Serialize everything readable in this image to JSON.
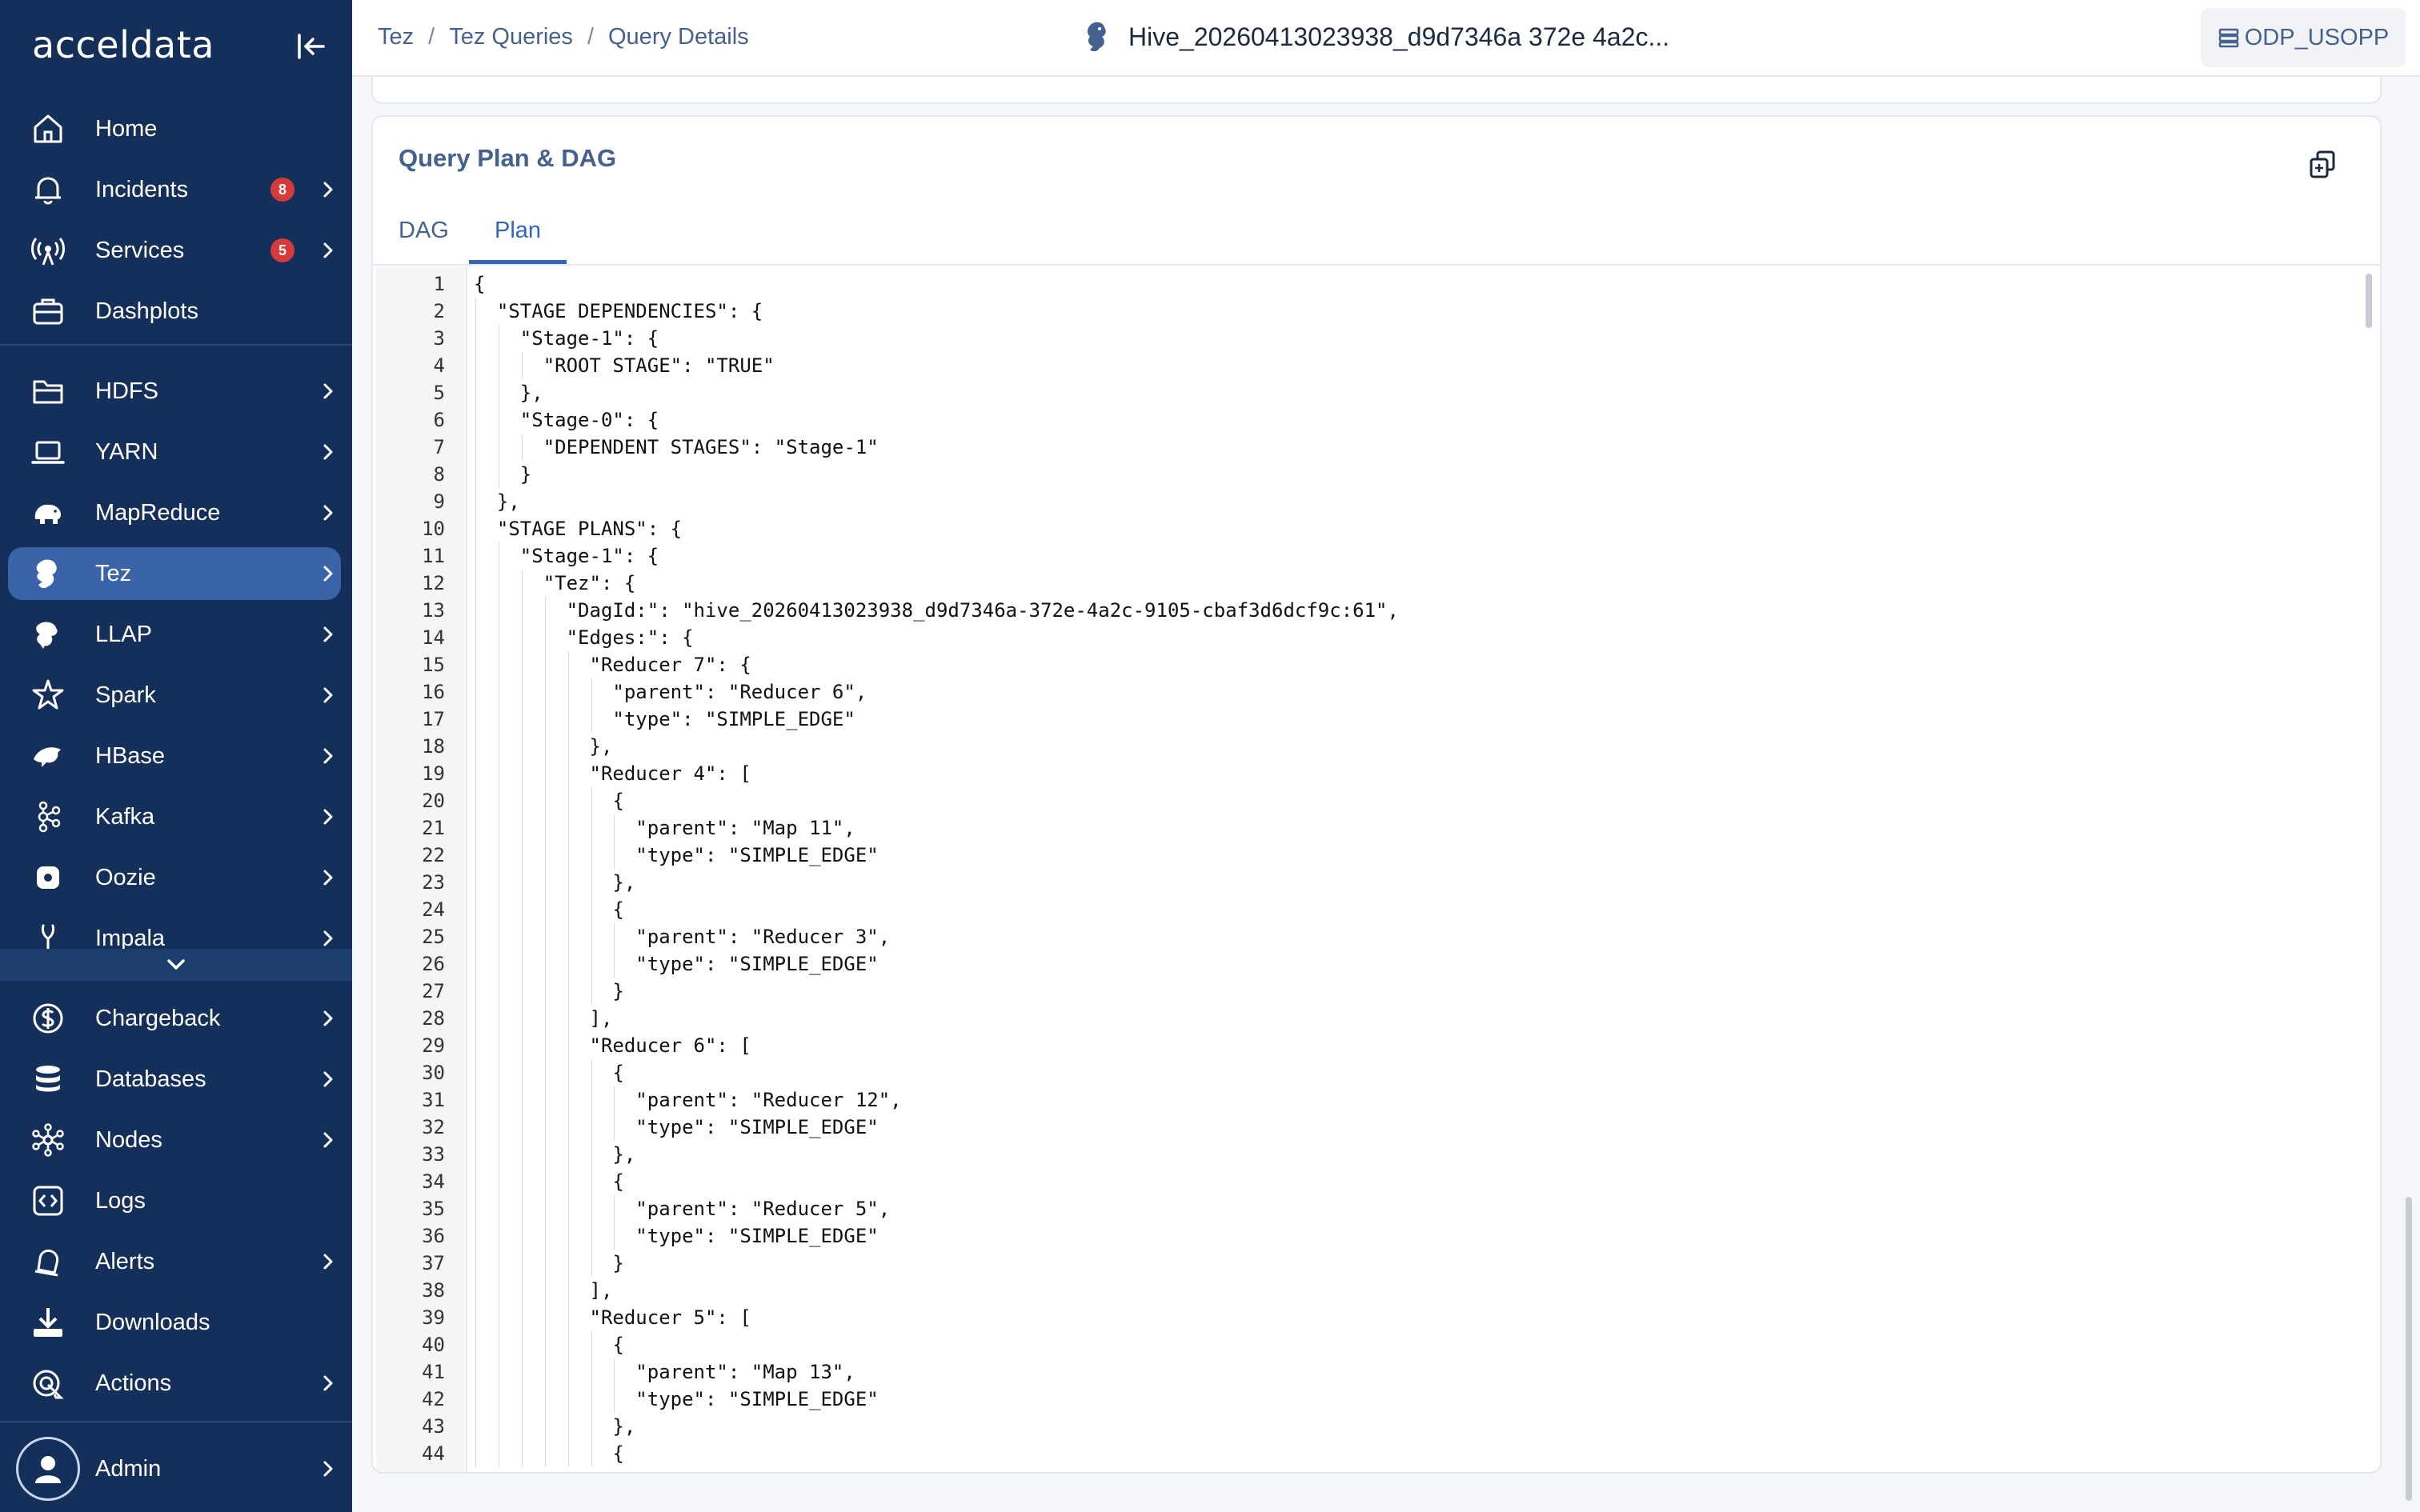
{
  "app": {
    "logo": "acceldata"
  },
  "sidebar": {
    "items": [
      {
        "label": "Home",
        "icon": "home-icon",
        "badge": "",
        "chevron": false
      },
      {
        "label": "Incidents",
        "icon": "bell-icon",
        "badge": "8",
        "chevron": true
      },
      {
        "label": "Services",
        "icon": "broadcast-icon",
        "badge": "5",
        "chevron": true
      },
      {
        "label": "Dashplots",
        "icon": "briefcase-icon",
        "badge": "",
        "chevron": false
      },
      {
        "label": "HDFS",
        "icon": "folder-icon",
        "badge": "",
        "chevron": true
      },
      {
        "label": "YARN",
        "icon": "laptop-icon",
        "badge": "",
        "chevron": true
      },
      {
        "label": "MapReduce",
        "icon": "elephant-icon",
        "badge": "",
        "chevron": true
      },
      {
        "label": "Tez",
        "icon": "tez-icon",
        "badge": "",
        "chevron": true
      },
      {
        "label": "LLAP",
        "icon": "llap-icon",
        "badge": "",
        "chevron": true
      },
      {
        "label": "Spark",
        "icon": "spark-icon",
        "badge": "",
        "chevron": true
      },
      {
        "label": "HBase",
        "icon": "orca-icon",
        "badge": "",
        "chevron": true
      },
      {
        "label": "Kafka",
        "icon": "kafka-icon",
        "badge": "",
        "chevron": true
      },
      {
        "label": "Oozie",
        "icon": "oozie-icon",
        "badge": "",
        "chevron": true
      },
      {
        "label": "Impala",
        "icon": "impala-icon",
        "badge": "",
        "chevron": true
      },
      {
        "label": "Chargeback",
        "icon": "dollar-icon",
        "badge": "",
        "chevron": true
      },
      {
        "label": "Databases",
        "icon": "database-icon",
        "badge": "",
        "chevron": true
      },
      {
        "label": "Nodes",
        "icon": "nodes-icon",
        "badge": "",
        "chevron": true
      },
      {
        "label": "Logs",
        "icon": "code-icon",
        "badge": "",
        "chevron": false
      },
      {
        "label": "Alerts",
        "icon": "alert-bell-icon",
        "badge": "",
        "chevron": true
      },
      {
        "label": "Downloads",
        "icon": "download-icon",
        "badge": "",
        "chevron": false
      },
      {
        "label": "Actions",
        "icon": "actions-icon",
        "badge": "",
        "chevron": true
      }
    ],
    "active": "Tez",
    "admin": "Admin"
  },
  "header": {
    "breadcrumb": [
      "Tez",
      "Tez Queries",
      "Query Details"
    ],
    "title": "Hive_20260413023938_d9d7346a 372e 4a2c...",
    "cluster": "ODP_USOPP"
  },
  "card": {
    "title": "Query Plan & DAG",
    "tabs": [
      "DAG",
      "Plan"
    ],
    "active_tab": "Plan"
  },
  "plan_lines": [
    "{",
    "  \"STAGE DEPENDENCIES\": {",
    "    \"Stage-1\": {",
    "      \"ROOT STAGE\": \"TRUE\"",
    "    },",
    "    \"Stage-0\": {",
    "      \"DEPENDENT STAGES\": \"Stage-1\"",
    "    }",
    "  },",
    "  \"STAGE PLANS\": {",
    "    \"Stage-1\": {",
    "      \"Tez\": {",
    "        \"DagId:\": \"hive_20260413023938_d9d7346a-372e-4a2c-9105-cbaf3d6dcf9c:61\",",
    "        \"Edges:\": {",
    "          \"Reducer 7\": {",
    "            \"parent\": \"Reducer 6\",",
    "            \"type\": \"SIMPLE_EDGE\"",
    "          },",
    "          \"Reducer 4\": [",
    "            {",
    "              \"parent\": \"Map 11\",",
    "              \"type\": \"SIMPLE_EDGE\"",
    "            },",
    "            {",
    "              \"parent\": \"Reducer 3\",",
    "              \"type\": \"SIMPLE_EDGE\"",
    "            }",
    "          ],",
    "          \"Reducer 6\": [",
    "            {",
    "              \"parent\": \"Reducer 12\",",
    "              \"type\": \"SIMPLE_EDGE\"",
    "            },",
    "            {",
    "              \"parent\": \"Reducer 5\",",
    "              \"type\": \"SIMPLE_EDGE\"",
    "            }",
    "          ],",
    "          \"Reducer 5\": [",
    "            {",
    "              \"parent\": \"Map 13\",",
    "              \"type\": \"SIMPLE_EDGE\"",
    "            },",
    "            {"
  ],
  "colors": {
    "sidebar_bg": "#14305a",
    "active_item": "#3a63a8",
    "badge": "#d63a3a",
    "accent": "#3565b8"
  }
}
